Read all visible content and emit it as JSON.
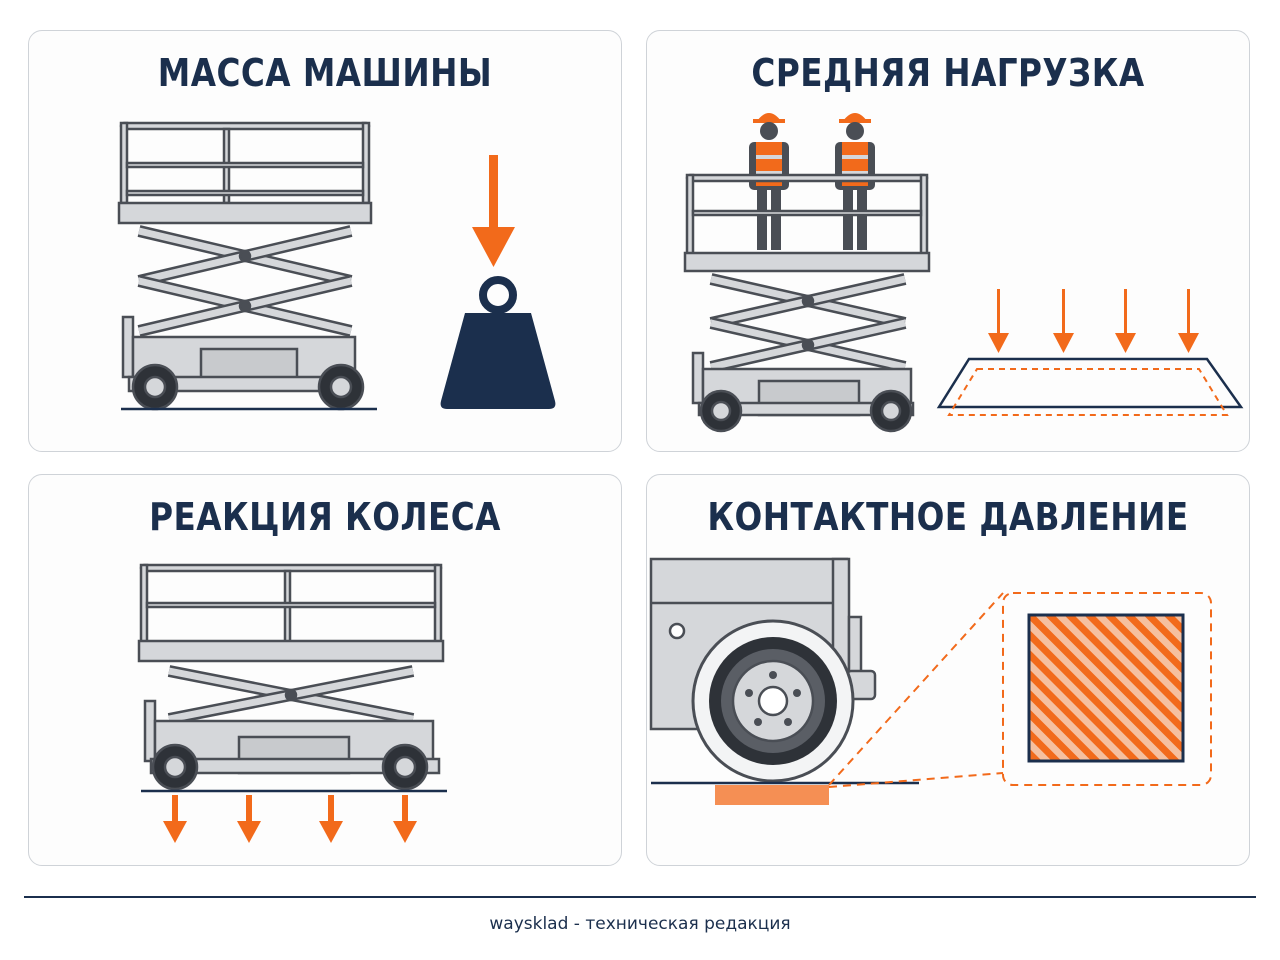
{
  "panels": [
    {
      "title": "МАССА МАШИНЫ"
    },
    {
      "title": "СРЕДНЯЯ НАГРУЗКА"
    },
    {
      "title": "РЕАКЦИЯ КОЛЕСА"
    },
    {
      "title": "КОНТАКТНОЕ ДАВЛЕНИЕ"
    }
  ],
  "footer": {
    "text": "waysklad - техническая редакция"
  },
  "colors": {
    "navy": "#1b2f4d",
    "orange": "#f26a1b",
    "machine_fill": "#d5d7da",
    "machine_stroke": "#4a4e55",
    "panel_border": "#cfd3d8"
  },
  "icons": [
    "scissor-lift-icon",
    "weight-icon",
    "down-arrow-icon",
    "worker-icon",
    "load-plate-icon",
    "wheel-icon",
    "contact-patch-icon"
  ]
}
